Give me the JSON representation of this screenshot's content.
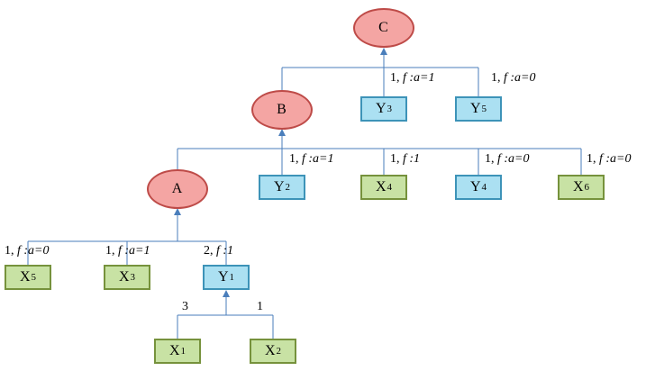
{
  "diagram": {
    "type": "tree",
    "description": "Three-level tree with ellipse nodes C, B, A and rectangular leaf nodes X/Y with edge cost labels"
  },
  "colors": {
    "ellipse_fill": "#f4a5a3",
    "ellipse_stroke": "#be4b48",
    "y_box_fill": "#abe0f2",
    "y_box_stroke": "#3d93b8",
    "x_box_fill": "#c8e2a4",
    "x_box_stroke": "#76923c",
    "line": "#4a7ebb",
    "text": "#000000"
  },
  "nodes": [
    {
      "id": "C",
      "base": "C",
      "sub": "",
      "shape": "ellipse"
    },
    {
      "id": "B",
      "base": "B",
      "sub": "",
      "shape": "ellipse"
    },
    {
      "id": "Y3",
      "base": "Y",
      "sub": "3",
      "shape": "box-blue"
    },
    {
      "id": "Y5",
      "base": "Y",
      "sub": "5",
      "shape": "box-blue"
    },
    {
      "id": "A",
      "base": "A",
      "sub": "",
      "shape": "ellipse"
    },
    {
      "id": "Y2",
      "base": "Y",
      "sub": "2",
      "shape": "box-blue"
    },
    {
      "id": "X4",
      "base": "X",
      "sub": "4",
      "shape": "box-green"
    },
    {
      "id": "Y4",
      "base": "Y",
      "sub": "4",
      "shape": "box-blue"
    },
    {
      "id": "X6",
      "base": "X",
      "sub": "6",
      "shape": "box-green"
    },
    {
      "id": "X5",
      "base": "X",
      "sub": "5",
      "shape": "box-green"
    },
    {
      "id": "X3",
      "base": "X",
      "sub": "3",
      "shape": "box-green"
    },
    {
      "id": "Y1",
      "base": "Y",
      "sub": "1",
      "shape": "box-blue"
    },
    {
      "id": "X1",
      "base": "X",
      "sub": "1",
      "shape": "box-green"
    },
    {
      "id": "X2",
      "base": "X",
      "sub": "2",
      "shape": "box-green"
    }
  ],
  "edges": [
    {
      "from": "B",
      "to": "C",
      "prefix": "",
      "func": ""
    },
    {
      "from": "Y3",
      "to": "C",
      "prefix": "1, ",
      "func": "f :a=1"
    },
    {
      "from": "Y5",
      "to": "C",
      "prefix": "1, ",
      "func": "f :a=0"
    },
    {
      "from": "A",
      "to": "B",
      "prefix": "",
      "func": ""
    },
    {
      "from": "Y2",
      "to": "B",
      "prefix": "1, ",
      "func": "f :a=1"
    },
    {
      "from": "X4",
      "to": "B",
      "prefix": "1, ",
      "func": "f :1"
    },
    {
      "from": "Y4",
      "to": "B",
      "prefix": "1, ",
      "func": "f :a=0"
    },
    {
      "from": "X6",
      "to": "B",
      "prefix": "1, ",
      "func": "f :a=0"
    },
    {
      "from": "X5",
      "to": "A",
      "prefix": "1, ",
      "func": "f :a=0"
    },
    {
      "from": "X3",
      "to": "A",
      "prefix": "1, ",
      "func": "f :a=1"
    },
    {
      "from": "Y1",
      "to": "A",
      "prefix": "2, ",
      "func": "f :1"
    },
    {
      "from": "X1",
      "to": "Y1",
      "prefix": "3",
      "func": ""
    },
    {
      "from": "X2",
      "to": "Y1",
      "prefix": "1",
      "func": ""
    }
  ]
}
